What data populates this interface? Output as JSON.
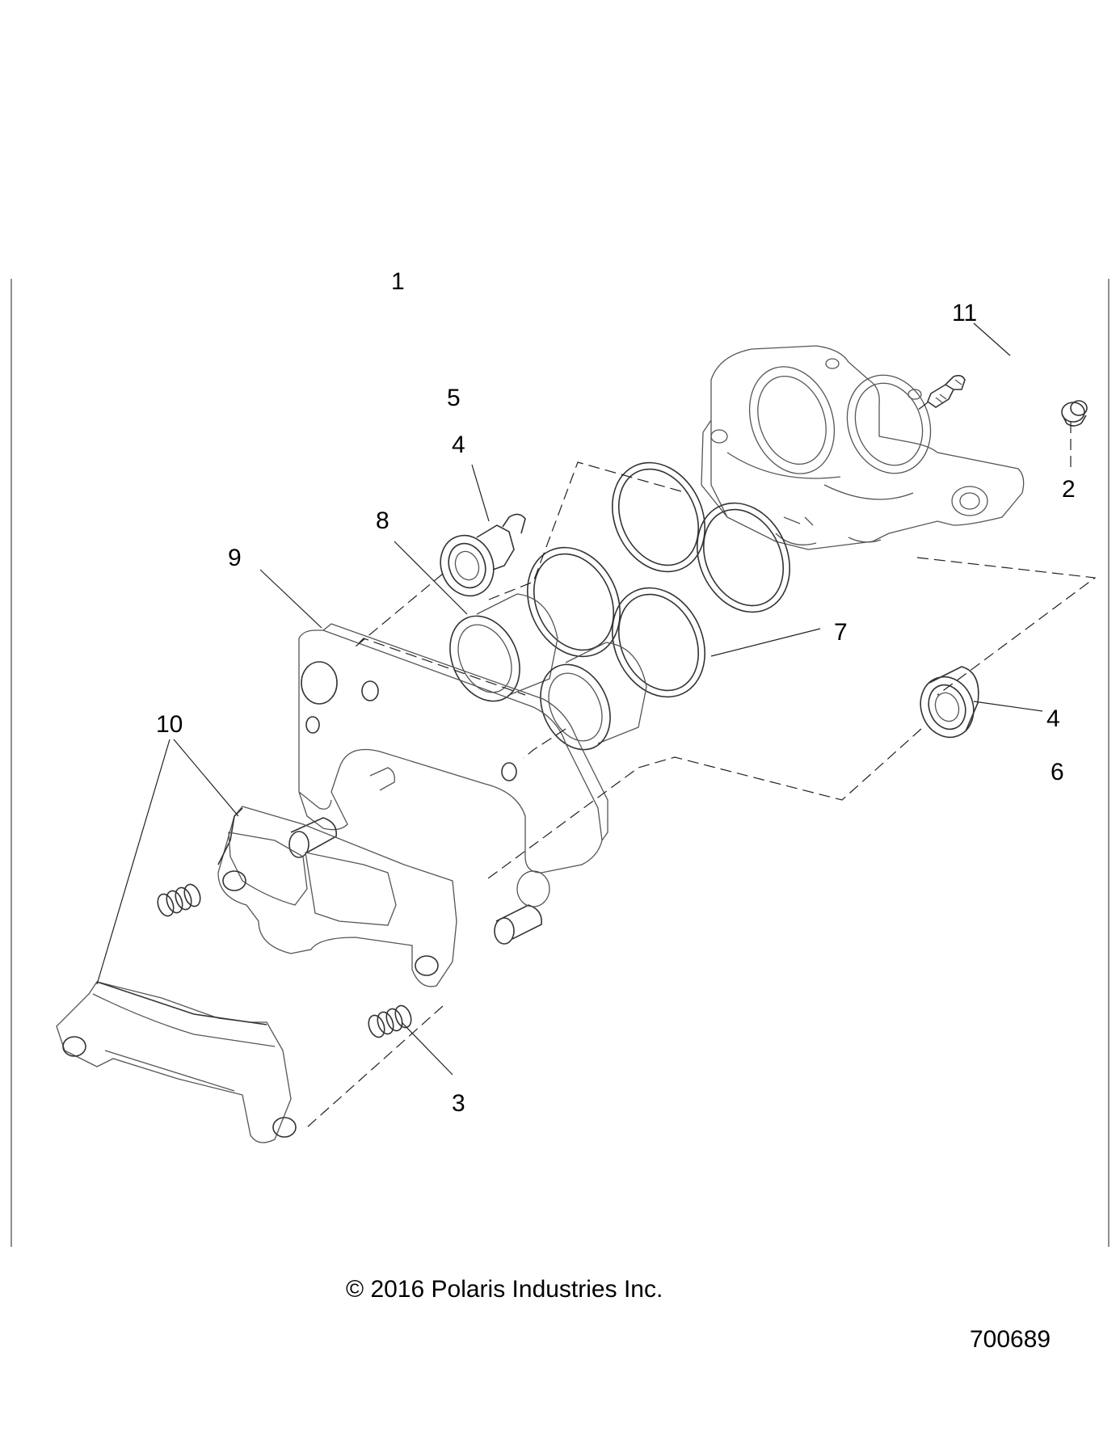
{
  "callouts": {
    "c1": "1",
    "c2": "2",
    "c3": "3",
    "c4a": "4",
    "c4b": "4",
    "c5": "5",
    "c6": "6",
    "c7": "7",
    "c8": "8",
    "c9": "9",
    "c10": "10",
    "c11": "11"
  },
  "footer": {
    "copyright": "© 2016 Polaris Industries Inc.",
    "part_number": "700689"
  }
}
